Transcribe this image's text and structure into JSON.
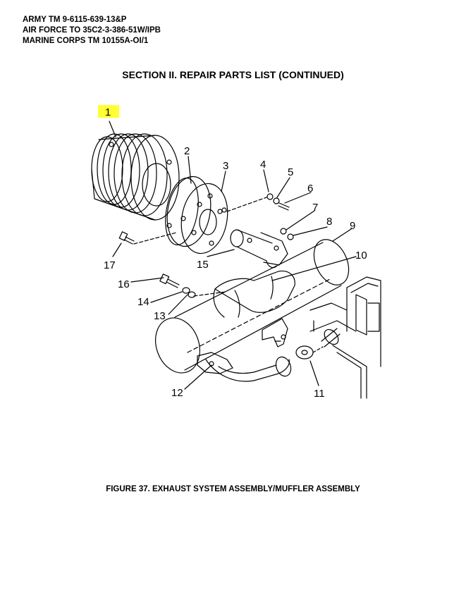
{
  "header": {
    "line1": "ARMY TM 9-6115-639-13&P",
    "line2": "AIR FORCE TO 35C2-3-386-51W/IPB",
    "line3": "MARINE CORPS TM 10155A-OI/1"
  },
  "section_title": "SECTION II. REPAIR PARTS LIST (CONTINUED)",
  "callouts": {
    "c1": "1",
    "c2": "2",
    "c3": "3",
    "c4": "4",
    "c5": "5",
    "c6": "6",
    "c7": "7",
    "c8": "8",
    "c9": "9",
    "c10": "10",
    "c11": "11",
    "c12": "12",
    "c13": "13",
    "c14": "14",
    "c15": "15",
    "c16": "16",
    "c17": "17"
  },
  "highlight_color": "#ffff33",
  "figure_caption": "FIGURE 37.  EXHAUST SYSTEM ASSEMBLY/MUFFLER ASSEMBLY"
}
